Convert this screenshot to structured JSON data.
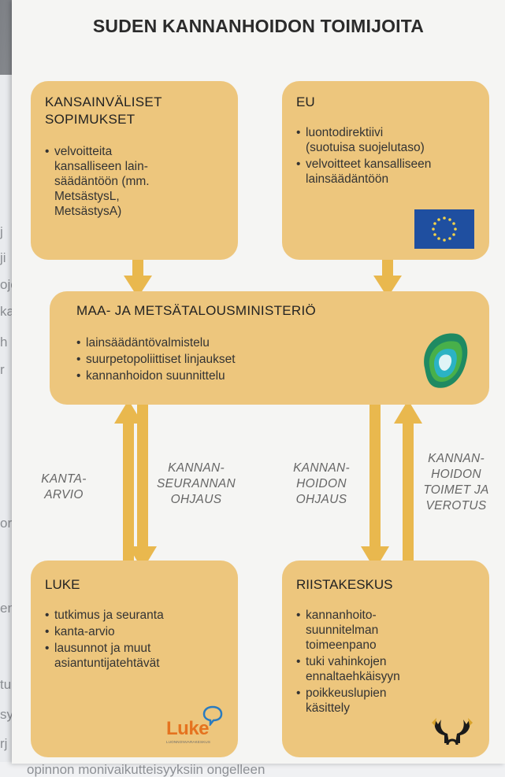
{
  "title": "SUDEN KANNANHOIDON TOIMIJOITA",
  "colors": {
    "box": "#edc67d",
    "arrow": "#e9b84e",
    "eu_flag": "#1f4fa0",
    "luke_orange": "#e5731f",
    "luke_blue": "#2a7bbf"
  },
  "boxes": {
    "international": {
      "heading": "KANSAINVÄLISET\nSOPIMUKSET",
      "items": [
        "velvoitteita\nkansalliseen lain-\nsäädäntöön (mm.\nMetsästysL,\nMetsästysA)"
      ]
    },
    "eu": {
      "heading": "EU",
      "items": [
        "luontodirektiivi\n(suotuisa suojelutaso)",
        "velvoitteet kansalliseen\nlainsäädäntöön"
      ],
      "logo": "eu-flag-icon"
    },
    "ministry": {
      "heading": "MAA- JA METSÄTALOUSMINISTERIÖ",
      "items": [
        "lainsäädäntövalmistelu",
        "suurpetopoliittiset linjaukset",
        "kannanhoidon suunnittelu"
      ],
      "logo": "ministry-logo-icon"
    },
    "luke": {
      "heading": "LUKE",
      "items": [
        "tutkimus ja seuranta",
        "kanta-arvio",
        "lausunnot ja muut\nasiantuntijatehtävät"
      ],
      "logo_text": "Luke",
      "logo_subtext": "LUONNONVARAKESKUS"
    },
    "riistakeskus": {
      "heading": "RIISTAKESKUS",
      "items": [
        "kannanhoito-\nsuunnitelman\ntoimeenpano",
        "tuki vahinkojen\nennaltaehkäisyyn",
        "poikkeuslupien\nkäsittely"
      ],
      "logo": "antler-logo-icon"
    }
  },
  "arrow_labels": {
    "kanta_arvio": "KANTA-\nARVIO",
    "kannanseurannan": "KANNAN-\nSEURANNAN\nOHJAUS",
    "kannanhoidon_ohjaus": "KANNAN-\nHOIDON\nOHJAUS",
    "kannanhoidon_toimet": "KANNAN-\nHOIDON\nTOIMET JA\nVEROTUS"
  },
  "background_text": {
    "left_fragments": [
      "j",
      "ji",
      "oje",
      "ka",
      "h",
      "r",
      "or",
      "en",
      "tu",
      "sy",
      "rj"
    ],
    "bottom": "opinnon monivaikutteisyyksiin ongelleen"
  }
}
